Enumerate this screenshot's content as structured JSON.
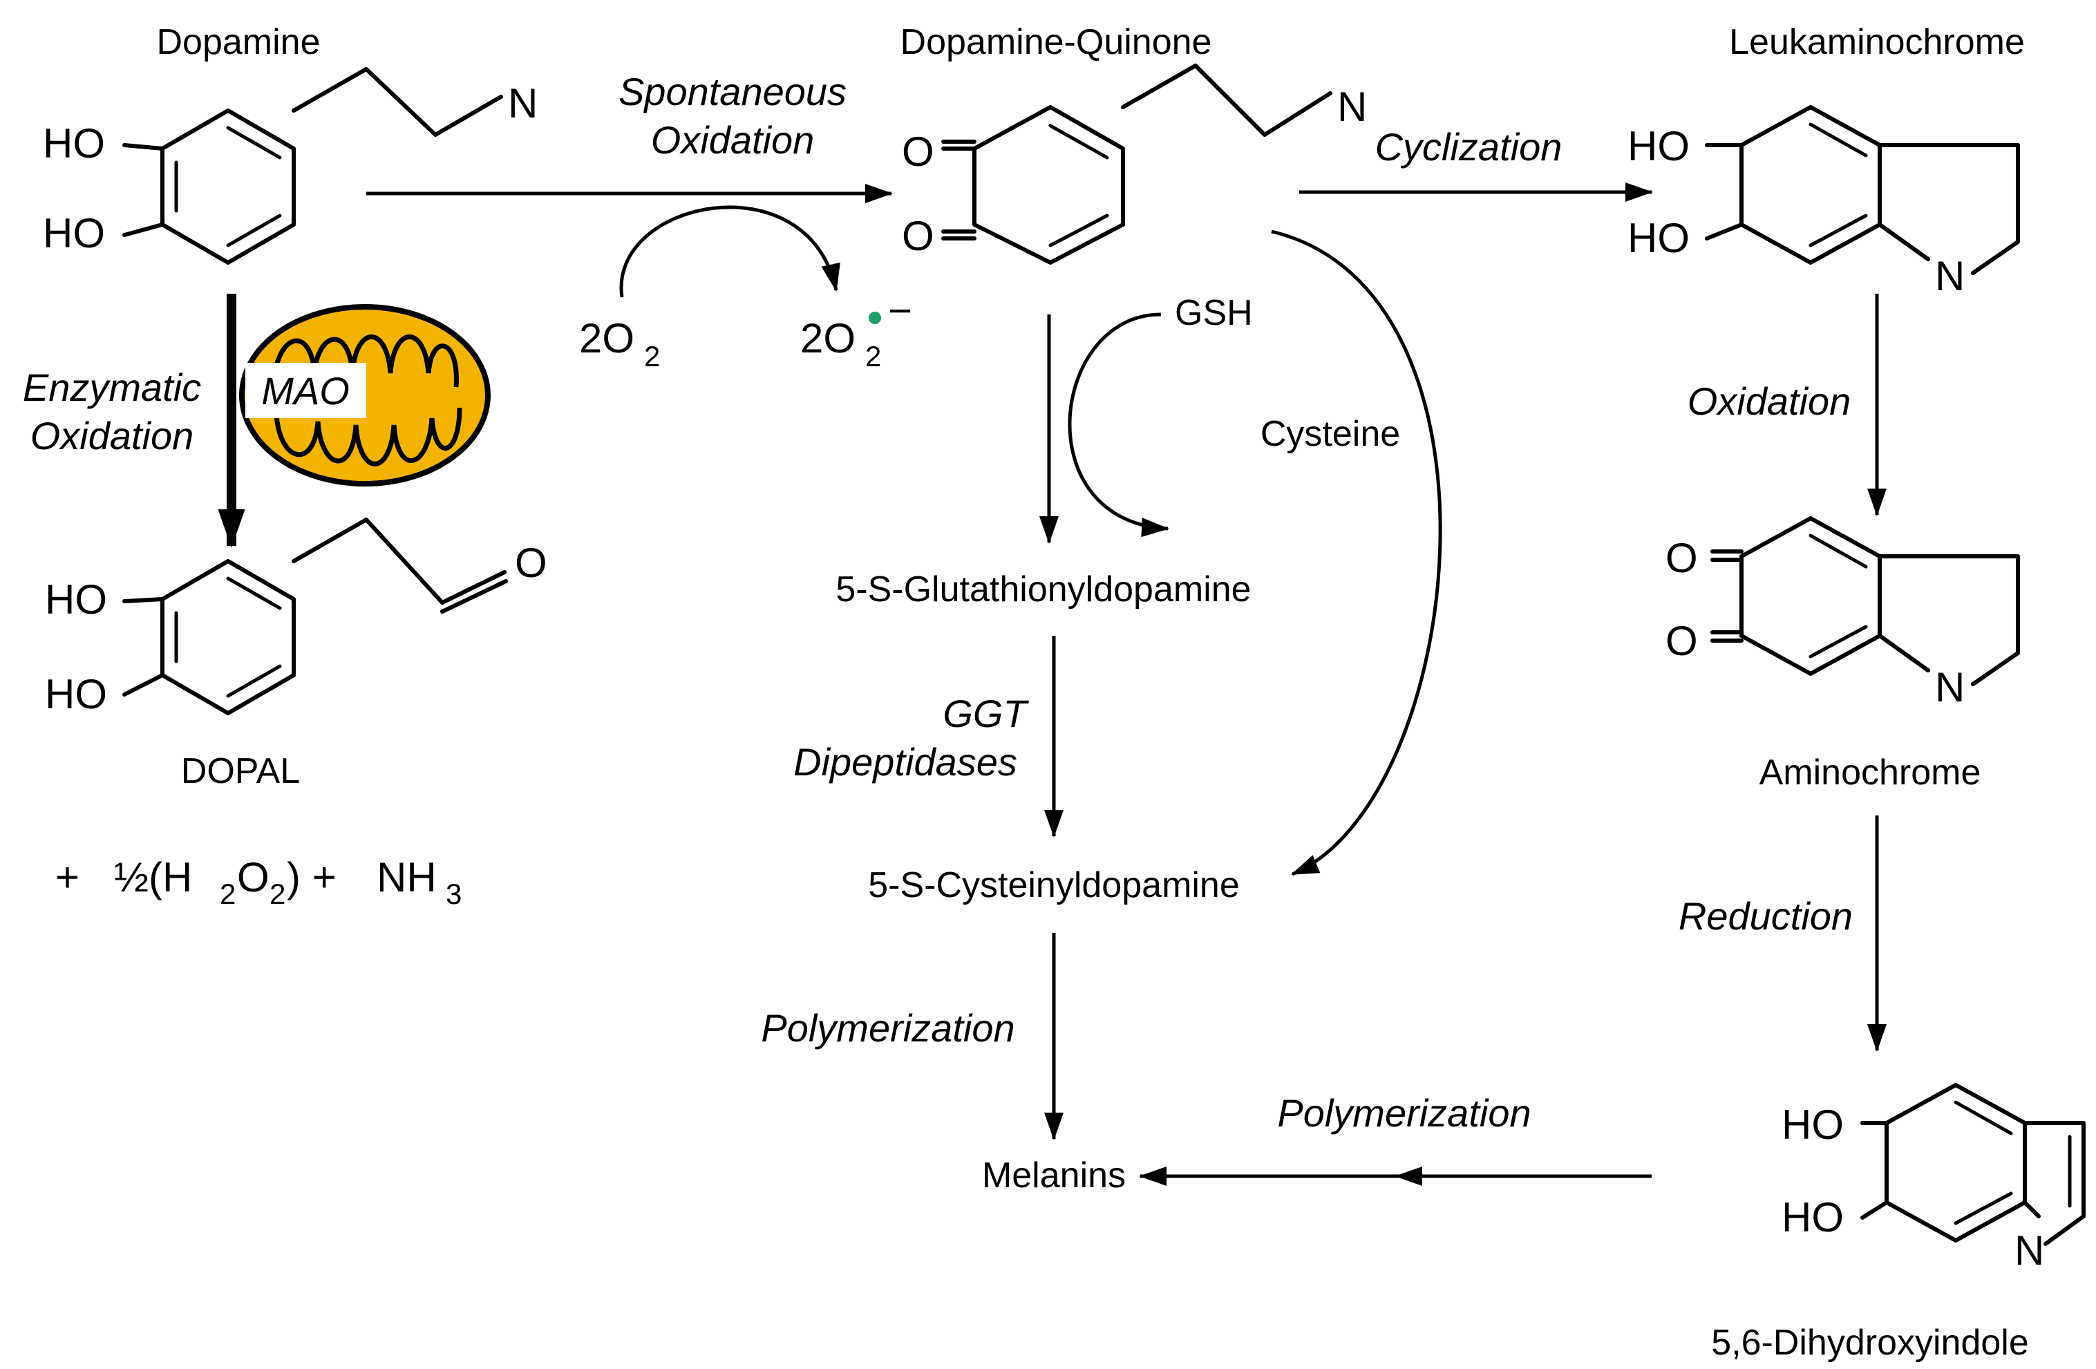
{
  "compounds": {
    "dopamine": "Dopamine",
    "dopamine_quinone": "Dopamine-Quinone",
    "leukaminochrome": "Leukaminochrome",
    "dopal": "DOPAL",
    "glutathionyl": "5-S-Glutathionyldopamine",
    "cysteinyl": "5-S-Cysteinyldopamine",
    "melanins": "Melanins",
    "aminochrome": "Aminochrome",
    "dhi": "5,6-Dihydroxyindole"
  },
  "conditions": {
    "spontaneous_1": "Spontaneous",
    "spontaneous_2": "Oxidation",
    "cyclization": "Cyclization",
    "enzymatic_1": "Enzymatic",
    "enzymatic_2": "Oxidation",
    "mao": "MAO",
    "oxidation": "Oxidation",
    "reduction": "Reduction",
    "ggt": "GGT",
    "dipeptidases": "Dipeptidases",
    "polymerization_1": "Polymerization",
    "polymerization_2": "Polymerization"
  },
  "reagents": {
    "gsh": "GSH",
    "cysteine": "Cysteine",
    "o2_coef": "2O",
    "o2_sub": "2",
    "superoxide_coef": "2O",
    "superoxide_sub": "2",
    "superoxide_charge": "−"
  },
  "byproducts": {
    "plus1": "+",
    "half": "½(H",
    "h_sub": "2",
    "o_mid": "O",
    "o_sub": "2",
    "close_plus": ") +",
    "nh": "NH",
    "nh_sub": "3"
  },
  "atoms": {
    "ho": "HO",
    "n": "N",
    "o": "O"
  },
  "colors": {
    "mitochondrion_fill": "#F2B400",
    "radical_dot": "#1E9E6A",
    "ink": "#000000"
  }
}
